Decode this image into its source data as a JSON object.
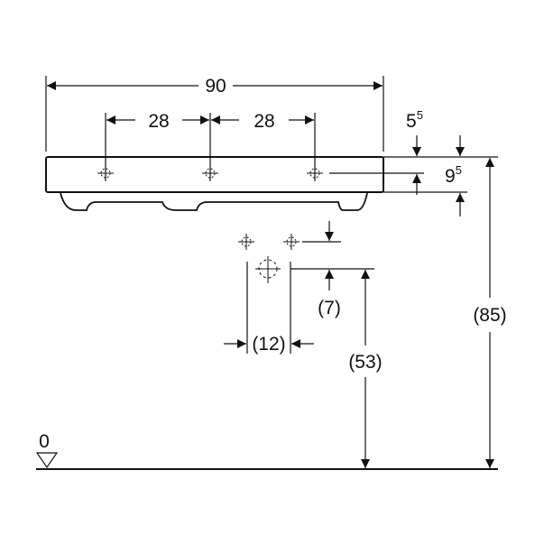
{
  "dimensions": {
    "total_width": "90",
    "hole_spacing_left": "28",
    "hole_spacing_right": "28",
    "rim_to_hole_main": "5",
    "rim_to_hole_sup": "5",
    "rim_height_main": "9",
    "rim_height_sup": "5",
    "rim_height_from_floor": "(85)",
    "drain_offset": "(7)",
    "drain_height_from_floor": "(53)",
    "drain_width": "(12)",
    "floor_level": "0"
  },
  "colors": {
    "line": "#111111",
    "background": "#ffffff"
  }
}
